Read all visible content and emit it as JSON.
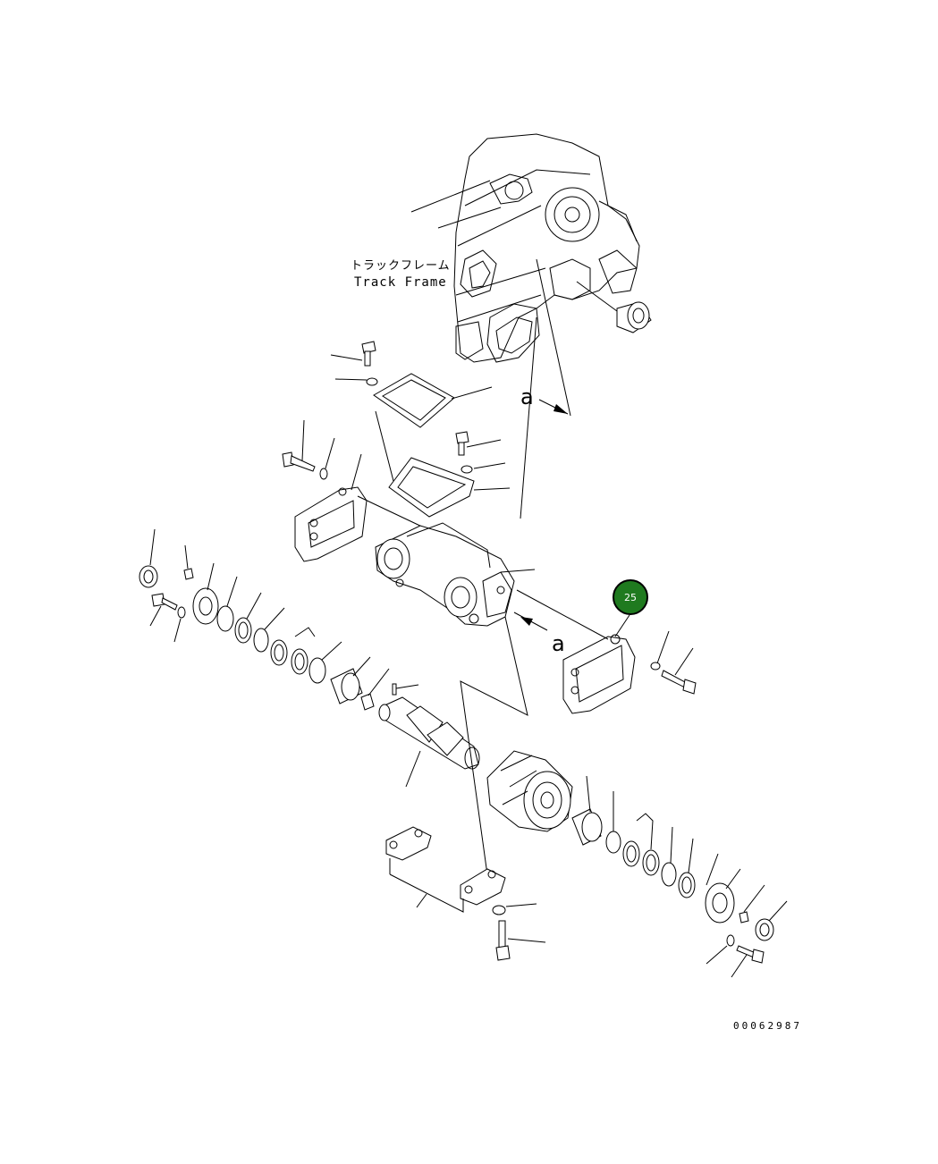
{
  "labels": {
    "track_frame_jp": "トラックフレーム",
    "track_frame_en": "Track Frame",
    "ref_a_upper": "a",
    "ref_a_lower": "a",
    "part_number": "00062987"
  },
  "callout": {
    "number": "25",
    "color": "#1f7a1f"
  }
}
